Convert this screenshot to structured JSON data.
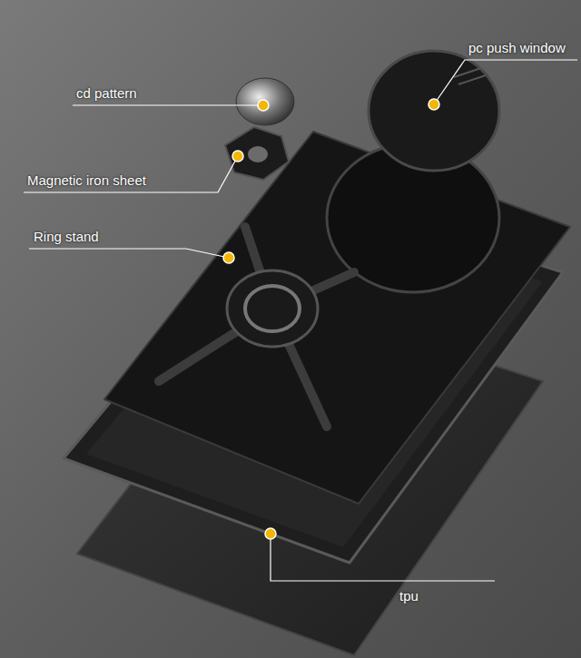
{
  "diagram": {
    "labels": [
      "cd pattern",
      "pc push window",
      "Magnetic iron sheet",
      "Ring stand",
      "tpu"
    ]
  }
}
